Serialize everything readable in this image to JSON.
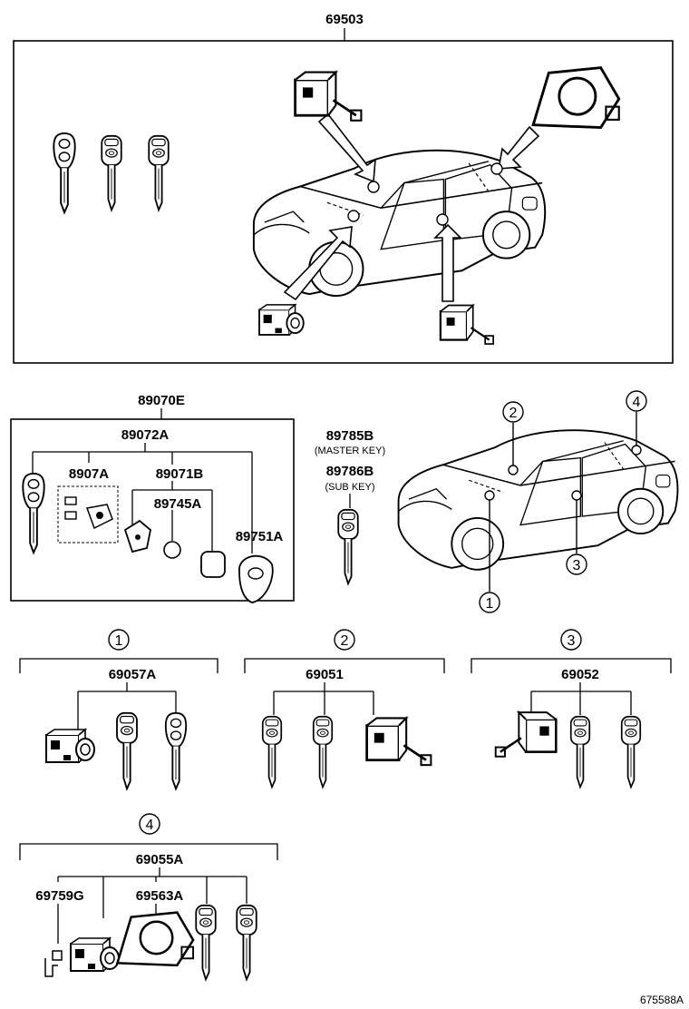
{
  "diagram": {
    "top_assembly": {
      "part": "69503"
    },
    "transmitter": {
      "part": "89070E",
      "sub_part": "89072A",
      "children": [
        "8907A",
        "89071B",
        "89745A",
        "89751A"
      ]
    },
    "loose_keys": {
      "master_part": "89785B",
      "master_note": "(MASTER KEY)",
      "sub_part": "89786B",
      "sub_note": "(SUB KEY)"
    },
    "car_callouts": [
      "1",
      "2",
      "3",
      "4"
    ],
    "kits": [
      {
        "marker": "1",
        "part": "69057A"
      },
      {
        "marker": "2",
        "part": "69051"
      },
      {
        "marker": "3",
        "part": "69052"
      },
      {
        "marker": "4",
        "part": "69055A",
        "sub_parts": [
          "69759G",
          "69563A"
        ]
      }
    ],
    "catalog_number": "675588A"
  }
}
